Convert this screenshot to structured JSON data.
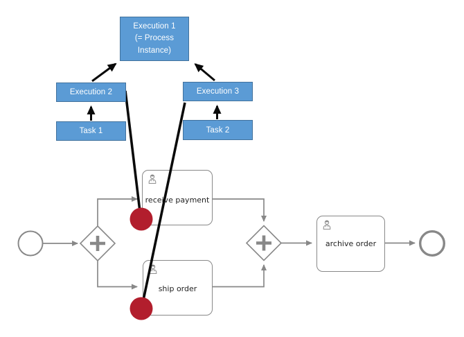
{
  "colors": {
    "tree_fill": "#5B9BD5",
    "tree_border": "#41719C",
    "tree_text": "#FFFFFF",
    "bpmn_line": "#888888",
    "bpmn_text": "#1F1F1F",
    "anno_black": "#0A0A0A",
    "token_red": "#B21E2D"
  },
  "execution_tree": {
    "execution1_label": "Execution 1\n(= Process\nInstance)",
    "execution2_label": "Execution 2",
    "execution3_label": "Execution 3",
    "task1_label": "Task 1",
    "task2_label": "Task 2"
  },
  "process": {
    "receive_payment_label": "receive payment",
    "ship_order_label": "ship order",
    "archive_order_label": "archive order"
  }
}
